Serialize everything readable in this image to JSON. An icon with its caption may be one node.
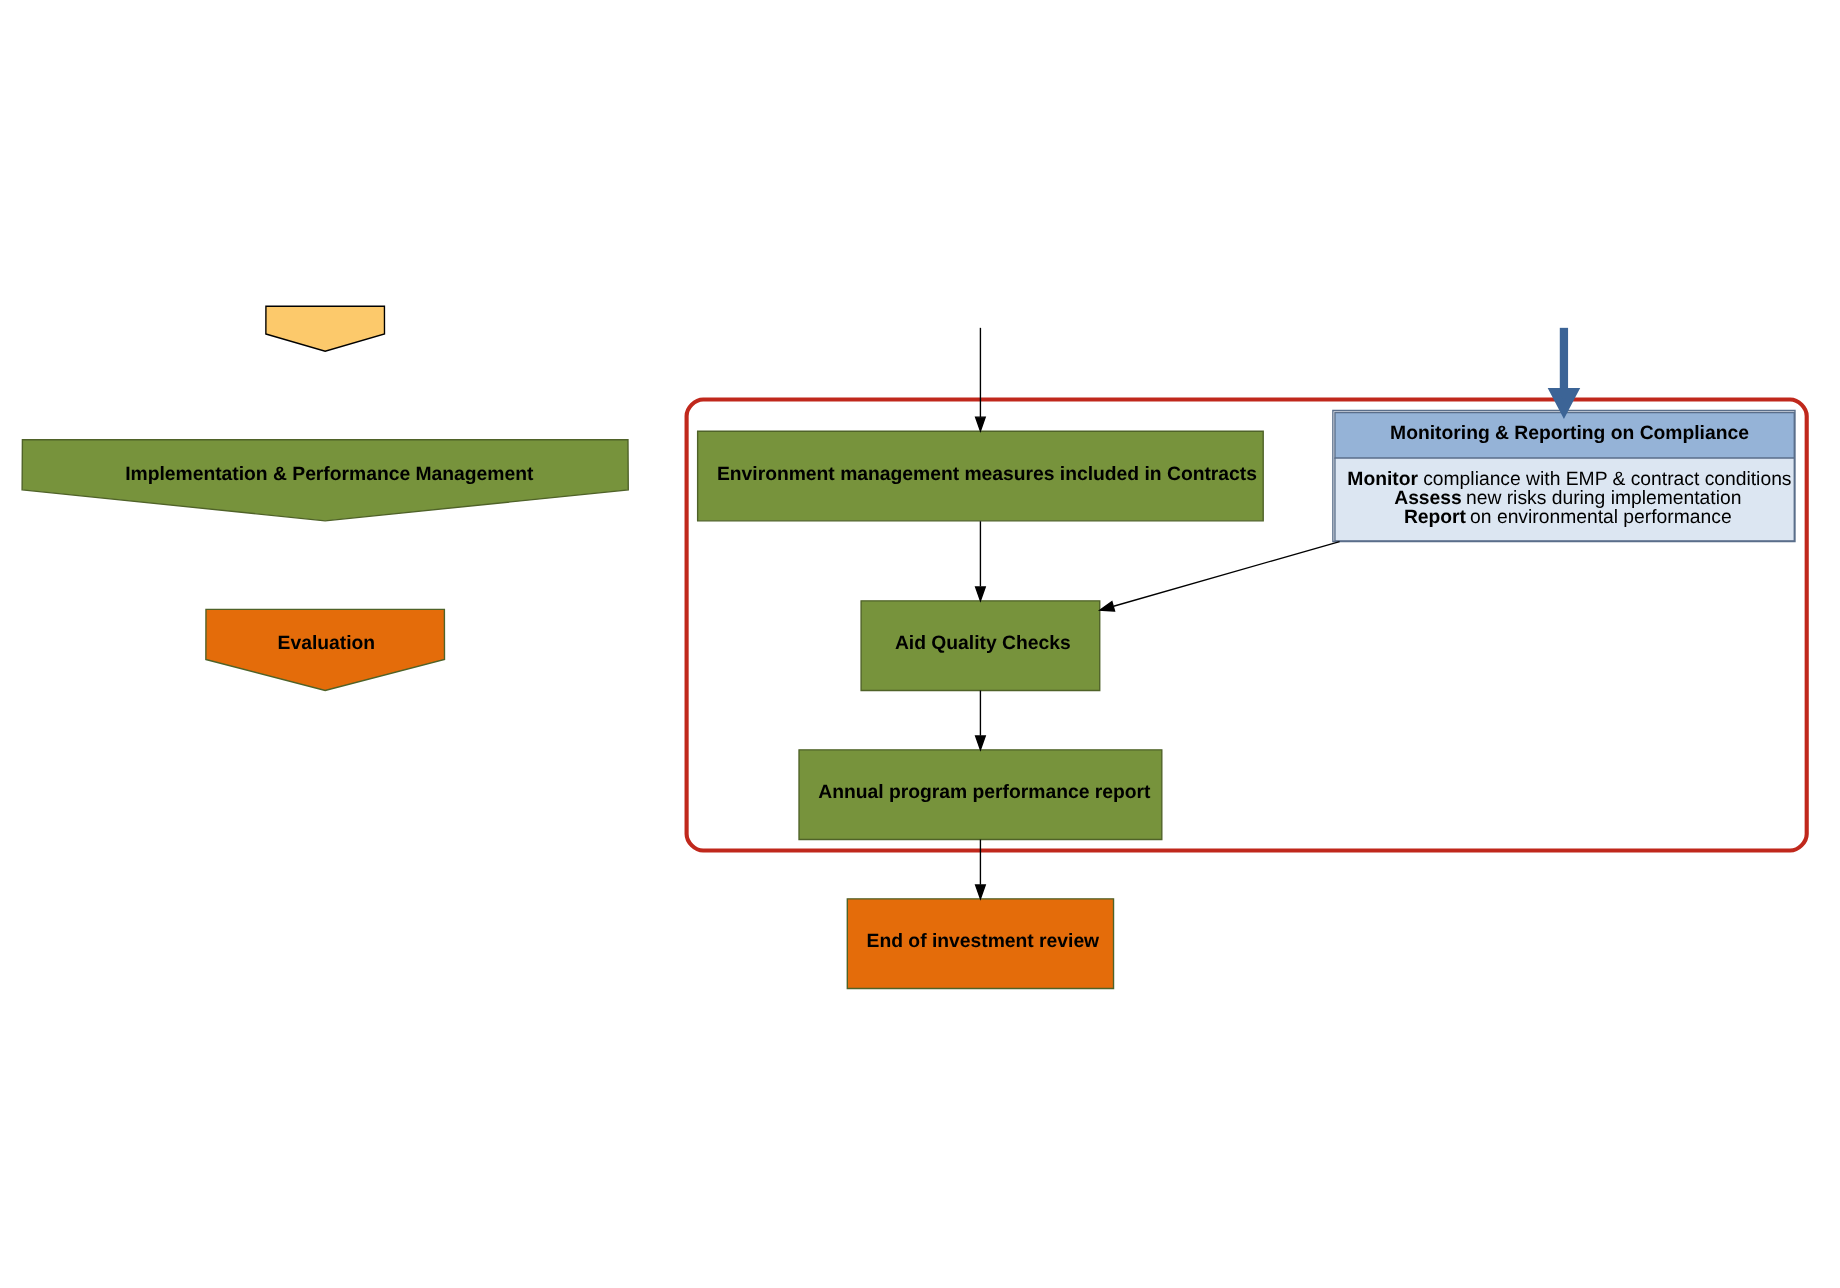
{
  "diagram": {
    "nodes": [
      {
        "text": [],
        "shape": "chevron"
      },
      {
        "text": [
          "Implementation & Performance Management"
        ]
      },
      {
        "text": [
          "Evaluation"
        ]
      },
      {
        "text": [],
        "shape": "ellipse"
      },
      {
        "text": [
          "Environment management measures included in Contracts"
        ],
        "in": 3
      },
      {
        "text": [
          "Aid Quality Checks"
        ],
        "in": 3
      },
      {
        "text": [
          "Annual program performance report"
        ],
        "in": 3
      },
      {
        "text": [
          "Monitoring & Reporting on Compliance",
          "**Monitor** compliance with EMP & contract conditions",
          "**Assess** new risks during implementation",
          "**Report** on environmental performance"
        ],
        "in": 3
      },
      {
        "text": [
          "End of investment review"
        ]
      }
    ],
    "edges": [
      {
        "from": null,
        "to": 4,
        "arrow": "to"
      },
      {
        "from": 4,
        "to": 5,
        "arrow": "to"
      },
      {
        "from": 5,
        "to": 6,
        "arrow": "to"
      },
      {
        "from": 6,
        "to": 8,
        "arrow": "to"
      },
      {
        "from": 7,
        "to": 5,
        "arrow": "to"
      },
      {
        "from": null,
        "to": 7,
        "arrow": "to",
        "style": "thick",
        "color": "#3c6496"
      }
    ]
  }
}
